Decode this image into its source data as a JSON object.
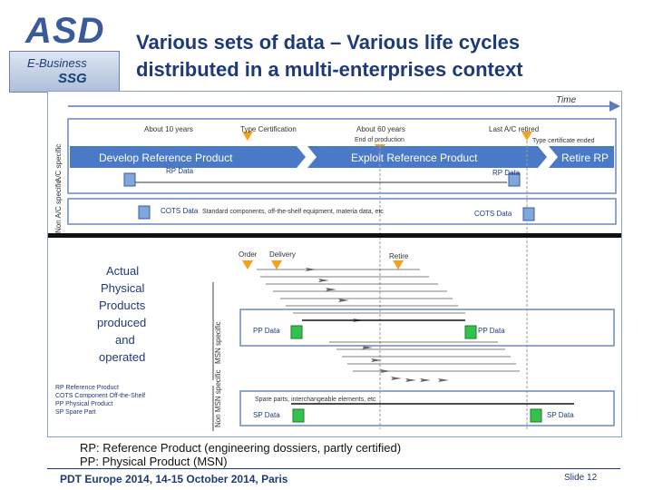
{
  "logo": {
    "asd": "ASD",
    "ebusiness": "E-Business",
    "ssg": "SSG"
  },
  "title": {
    "line1": "Various sets of data – Various life cycles",
    "line2": "distributed in a multi-enterprises context"
  },
  "diagram": {
    "time_label": "Time",
    "phase_labels": {
      "about10": "About 10 years",
      "type_cert": "Type Certification",
      "about60": "About 60 years",
      "end_prod": "End of production",
      "last_ac": "Last A/C retired",
      "type_ended": "Type certificate ended"
    },
    "phases": {
      "develop": "Develop Reference Product",
      "exploit": "Exploit Reference Product",
      "retire": "Retire RP"
    },
    "rp_data": "RP Data",
    "cots": {
      "left": "COTS Data",
      "desc": "Standard components, off-the-shelf equipment, materia data, etc",
      "right": "COTS Data"
    },
    "vertical_labels": {
      "ac_specific": "A/C specific",
      "non_ac_specific": "Non A/C specific",
      "msn_specific": "MSN specific",
      "non_msn_specific": "Non MSN specific"
    },
    "events": {
      "order": "Order",
      "delivery": "Delivery",
      "retire": "Retire"
    },
    "actual": [
      "Actual",
      "Physical",
      "Products",
      "produced",
      "and",
      "operated"
    ],
    "pp_data": "PP Data",
    "sp": {
      "desc": "Spare parts, interchangeable elements, etc",
      "left": "SP Data",
      "right": "SP Data"
    },
    "legend": [
      "RP Reference Product",
      "COTS Component Off-the-Shelf",
      "PP Physical Product",
      "SP Spare Part"
    ]
  },
  "captions": {
    "rp": "RP: Reference Product (engineering dossiers, partly certified)",
    "pp": "PP: Physical Product (MSN)"
  },
  "footer": {
    "event": "PDT Europe 2014, 14-15 October 2014, Paris",
    "slide": "Slide 12"
  },
  "colors": {
    "arrow_blue": "#3b6fc4",
    "triangle_orange": "#f2a21e",
    "doc_green": "#33c24a",
    "frame_blue": "#8aa0c8"
  }
}
